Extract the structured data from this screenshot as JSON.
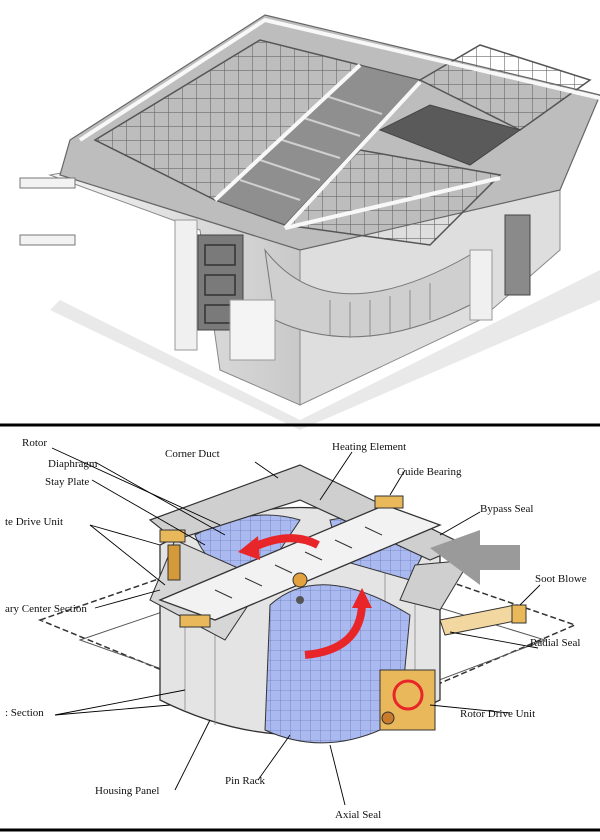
{
  "labels": {
    "rotor": "Rotor",
    "corner_duct": "Corner Duct",
    "heating_element": "Heating Element",
    "diaphragm": "Diaphragm",
    "guide_bearing": "Guide Bearing",
    "stay_plate": "Stay Plate",
    "bypass_seal": "Bypass Seal",
    "drive_unit": "te Drive Unit",
    "soot_blower": "Soot Blowe",
    "center_section": "ary Center Section",
    "radial_seal": "Radial Seal",
    "section": ": Section",
    "rotor_drive_unit": "Rotor Drive Unit",
    "housing_panel": "Housing Panel",
    "pin_rack": "Pin Rack",
    "axial_seal": "Axial Seal"
  },
  "colors": {
    "rotation_arrow": "#e8262a",
    "element_blue": "#a9b9f0",
    "drive_unit": "#e9b85a",
    "soot_blower": "#f2d8a0",
    "gas_arrow": "#9a9a9a",
    "housing_grey": "#dcdcdc"
  }
}
